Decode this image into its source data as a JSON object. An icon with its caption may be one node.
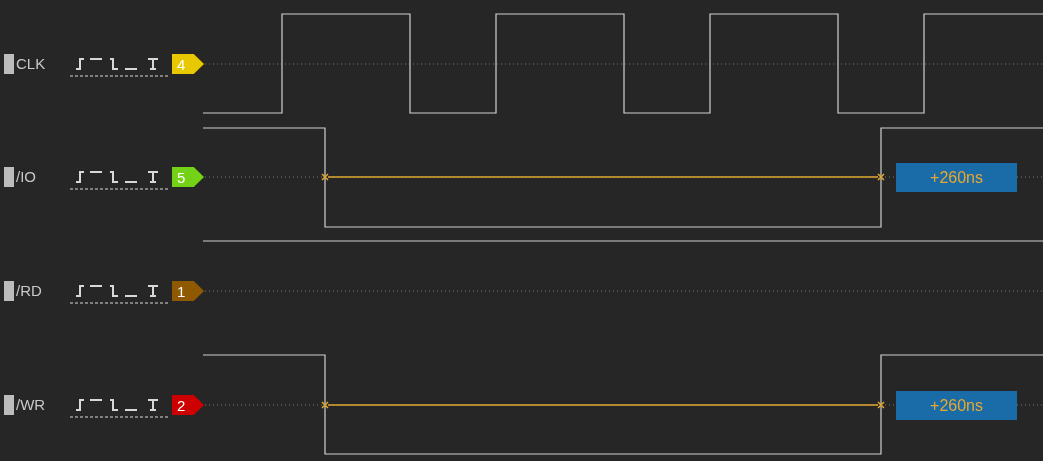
{
  "diagram": {
    "nodes": [
      {
        "text": [
          "4"
        ]
      },
      {
        "text": [
          "5"
        ]
      },
      {
        "text": [],
        "shape": "cross"
      },
      {
        "text": [],
        "shape": "cross"
      },
      {
        "text": [
          "+260ns"
        ]
      },
      {
        "text": [
          "1"
        ]
      },
      {
        "text": [
          "2"
        ]
      },
      {
        "text": [],
        "shape": "cross"
      },
      {
        "text": [],
        "shape": "cross"
      },
      {
        "text": [
          "+260ns"
        ]
      }
    ],
    "edges": [
      {
        "from": 2,
        "to": 3,
        "arrow": "none",
        "color": "#e0a830"
      },
      {
        "from": 7,
        "to": 8,
        "arrow": "none",
        "color": "#e0a830"
      }
    ],
    "labels": [
      "CLK",
      "/IO",
      "/RD",
      "/WR"
    ]
  }
}
